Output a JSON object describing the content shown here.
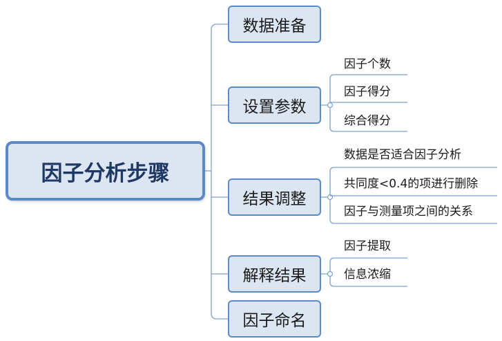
{
  "root": {
    "label": "因子分析步骤"
  },
  "branches": [
    {
      "label": "数据准备"
    },
    {
      "label": "设置参数",
      "children": [
        "因子个数",
        "因子得分",
        "综合得分"
      ]
    },
    {
      "label": "结果调整",
      "children": [
        "数据是否适合因子分析",
        "共同度<0.4的项进行删除",
        "因子与测量项之间的关系"
      ]
    },
    {
      "label": "解释结果",
      "children": [
        "因子提取",
        "信息浓缩"
      ]
    },
    {
      "label": "因子命名"
    }
  ],
  "colors": {
    "node_fill": "#dce6f2",
    "node_border": "#5b8ac6",
    "root_text": "#1f3864",
    "line": "#7ba0cf"
  }
}
